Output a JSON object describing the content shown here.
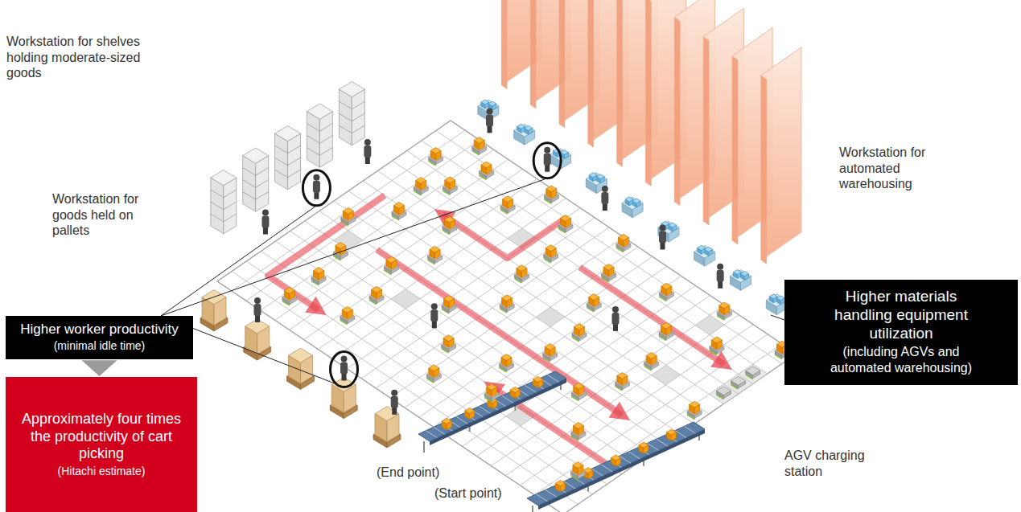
{
  "diagram": {
    "nodes": [
      {
        "text": [
          "Higher worker productivity",
          "(minimal idle time)"
        ]
      },
      {
        "text": [
          "Approximately four times the productivity of cart picking",
          "(Hitachi estimate)"
        ]
      },
      {
        "text": [
          "Higher materials handling equipment utilization",
          "(including AGVs and automated warehousing)"
        ]
      }
    ],
    "edges": [
      {
        "from": 0,
        "to": 1,
        "arrow": "to"
      }
    ],
    "labels": [
      "Workstation for shelves holding moderate-sized goods",
      "Workstation for goods held on pallets",
      "Workstation for automated warehousing",
      "(End point)",
      "(Start point)",
      "AGV charging station"
    ]
  }
}
